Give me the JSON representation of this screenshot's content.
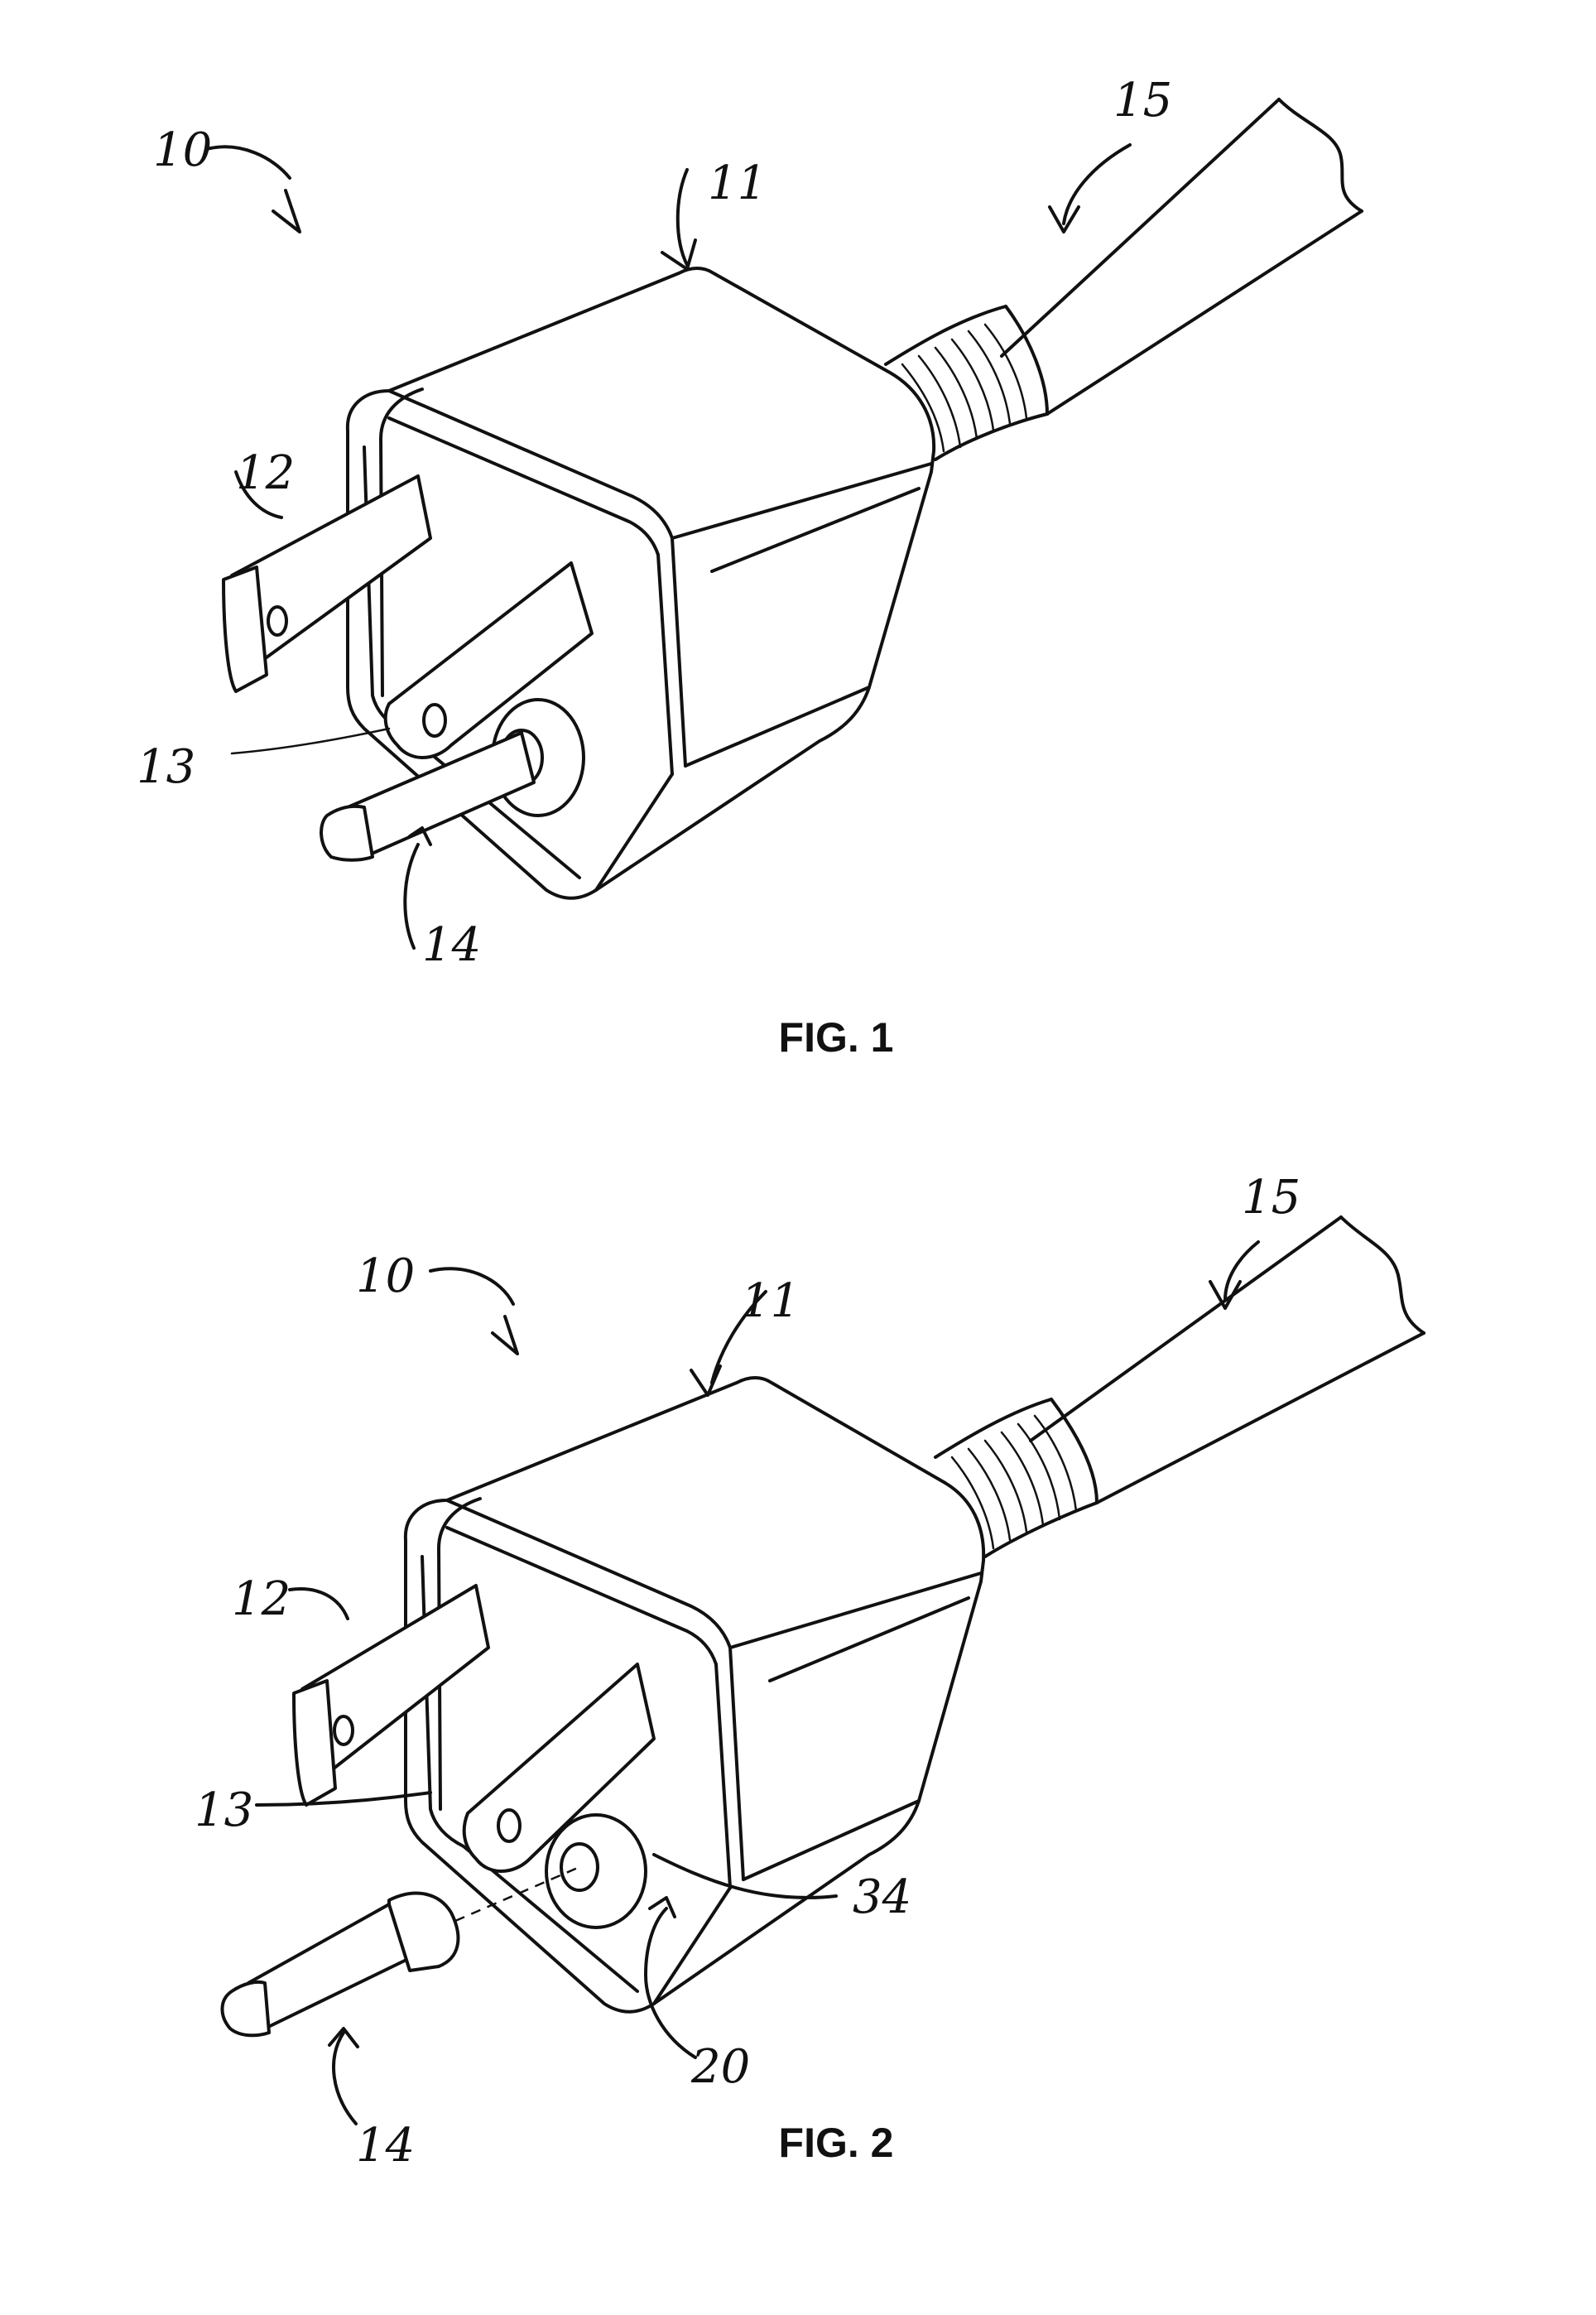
{
  "figures": [
    {
      "caption": "FIG. 1",
      "refs": {
        "assembly": "10",
        "housing": "11",
        "blade": "12",
        "blade_second": "13",
        "ground_pin": "14",
        "cord": "15"
      }
    },
    {
      "caption": "FIG. 2",
      "refs": {
        "assembly": "10",
        "housing": "11",
        "blade": "12",
        "blade_second": "13",
        "ground_pin": "14",
        "cord": "15",
        "socket": "20",
        "socket_inner": "34"
      }
    }
  ]
}
